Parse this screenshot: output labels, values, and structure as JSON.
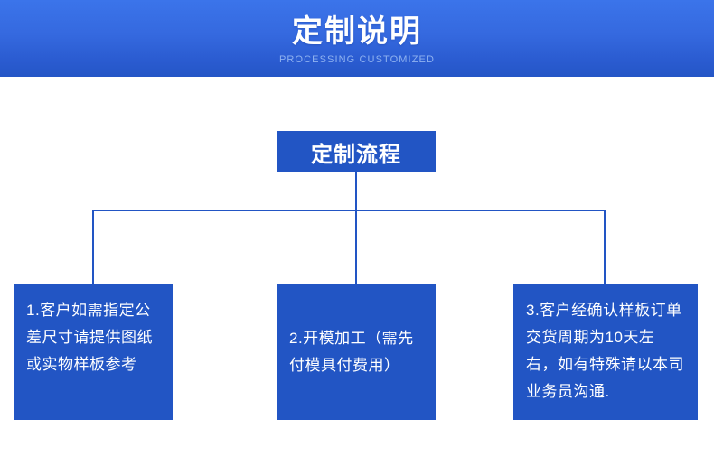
{
  "banner": {
    "title": "定制说明",
    "subtitle": "PROCESSING CUSTOMIZED",
    "gradient_top_color": "#3b74ea",
    "gradient_bottom_color": "#2456c6"
  },
  "flow": {
    "accent_color": "#2255c4",
    "root": {
      "label": "定制流程"
    },
    "steps": [
      {
        "id": "step-1",
        "text": "1.客户如需指定公差尺寸请提供图纸或实物样板参考"
      },
      {
        "id": "step-2",
        "text": "2.开模加工（需先付模具付费用）"
      },
      {
        "id": "step-3",
        "text": "3.客户经确认样板订单交货周期为10天左右，如有特殊请以本司业务员沟通."
      }
    ]
  }
}
